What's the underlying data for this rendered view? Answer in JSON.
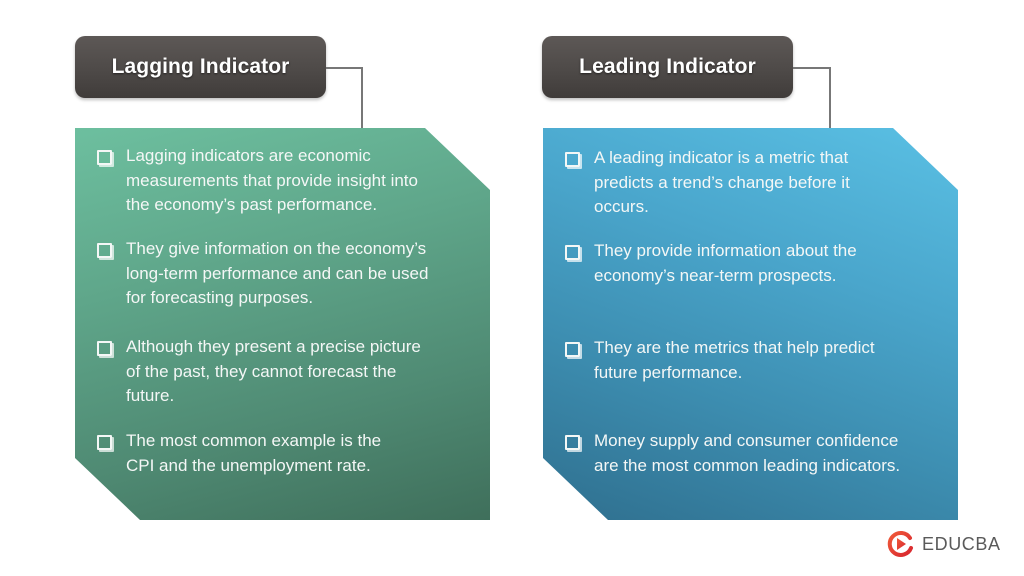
{
  "left": {
    "title": "Lagging Indicator",
    "panel_color_top": "#6dbf9f",
    "panel_color_bottom": "#3f6f5b",
    "bullets": [
      "Lagging indicators are economic\nmeasurements that provide insight into\nthe economy’s past performance.",
      "They give information on the economy’s\nlong-term performance and can be used\nfor forecasting purposes.",
      "Although they present a precise picture\nof the past, they cannot forecast the\nfuture.",
      "The most common example is the\nCPI and the unemployment rate."
    ]
  },
  "right": {
    "title": "Leading Indicator",
    "panel_color_top": "#5ac0e4",
    "panel_color_bottom": "#2f6f8e",
    "bullets": [
      "A leading indicator is a metric that\npredicts a trend’s change before it\noccurs.",
      "They provide information about the\neconomy’s near-term prospects.",
      "They are the metrics that help predict\nfuture performance.",
      "Money supply and consumer confidence\nare the most common leading indicators."
    ]
  },
  "header_color": "#4e4a48",
  "logo": {
    "text": "EDUCBA",
    "icon": "educba-logo-icon",
    "color": "#e8452c"
  }
}
